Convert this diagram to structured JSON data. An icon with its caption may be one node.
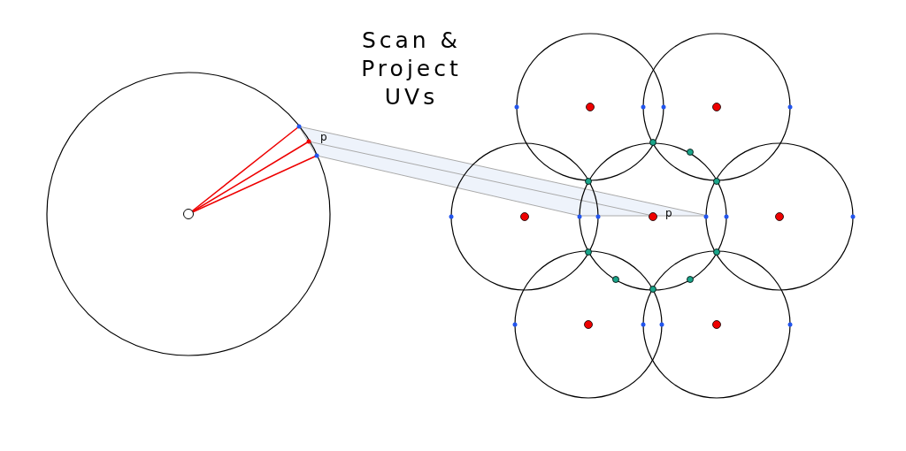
{
  "diagram": {
    "title": "Scan & Project UVs",
    "labels": [
      "p",
      "p"
    ]
  }
}
